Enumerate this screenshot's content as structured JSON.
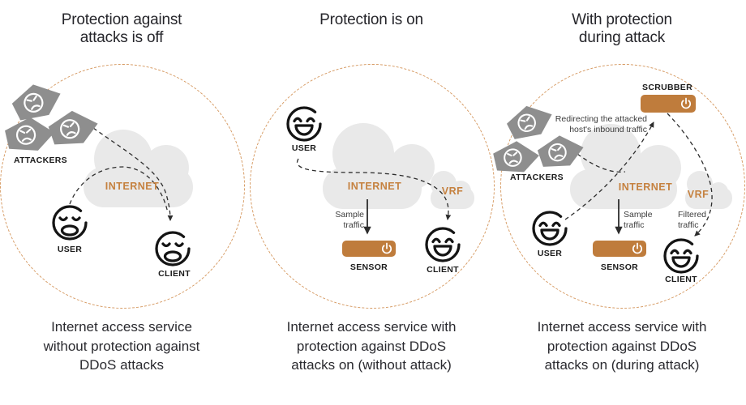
{
  "colors": {
    "accent_box": "#bf7c3c",
    "accent_label": "#c5813f",
    "boundary_dash": "#d69a62",
    "cloud": "#e9e9e9",
    "attacker_grey": "#8e8e8e",
    "ink": "#26262b",
    "line": "#2d2d2d"
  },
  "icons": {
    "power": "power-icon",
    "attacker": "angry-badge-icon",
    "happy_face": "happy-face-icon",
    "sad_face": "sad-face-icon",
    "cloud": "cloud-icon"
  },
  "panels": [
    {
      "title_line1": "Protection against",
      "title_line2": "attacks is off",
      "attackers_label": "ATTACKERS",
      "internet_label": "INTERNET",
      "user_label": "USER",
      "client_label": "CLIENT",
      "caption_line1": "Internet access service",
      "caption_line2": "without protection against",
      "caption_line3": "DDoS attacks"
    },
    {
      "title_line1": "Protection is on",
      "title_line2": "",
      "user_label": "USER",
      "internet_label": "INTERNET",
      "vrf_label": "VRF",
      "sample_line1": "Sample",
      "sample_line2": "traffic",
      "sensor_label": "SENSOR",
      "client_label": "CLIENT",
      "caption_line1": "Internet access service with",
      "caption_line2": "protection against DDoS",
      "caption_line3": "attacks on (without attack)"
    },
    {
      "title_line1": "With protection",
      "title_line2": "during attack",
      "scrubber_label": "SCRUBBER",
      "redirect_line1": "Redirecting the attacked",
      "redirect_line2": "host's inbound traffic",
      "attackers_label": "ATTACKERS",
      "internet_label": "INTERNET",
      "vrf_label": "VRF",
      "user_label": "USER",
      "sample_line1": "Sample",
      "sample_line2": "traffic",
      "filtered_line1": "Filtered",
      "filtered_line2": "traffic",
      "sensor_label": "SENSOR",
      "client_label": "CLIENT",
      "caption_line1": "Internet access service with",
      "caption_line2": "protection against DDoS",
      "caption_line3": "attacks on (during attack)"
    }
  ]
}
